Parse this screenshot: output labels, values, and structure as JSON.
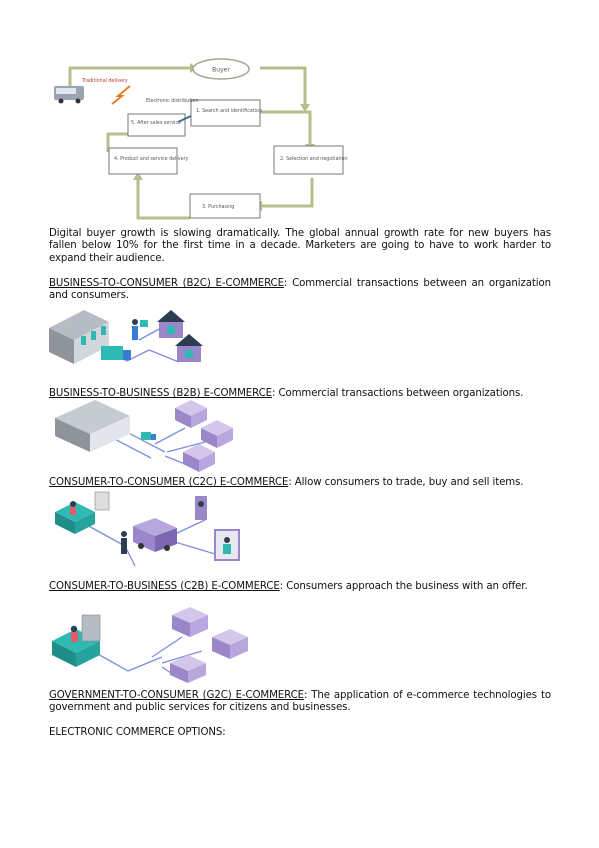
{
  "cycle": {
    "center": "Buyer",
    "steps": [
      "1. Search and identification",
      "2. Selection and negotiation",
      "3. Purchasing",
      "4. Product and service delivery",
      "5. After sales service"
    ],
    "side_labels": [
      "Traditional delivery",
      "Electronic distribution"
    ]
  },
  "intro": "Digital buyer growth is slowing dramatically. The global annual growth rate for new buyers has fallen below 10% for the first time in a decade. Marketers are going to have to work harder to expand their audience.",
  "sections": [
    {
      "term": "BUSINESS-TO-CONSUMER (B2C) E-COMMERCE",
      "desc": ": Commercial transactions between an organization and consumers."
    },
    {
      "term": "BUSINESS-TO-BUSINESS (B2B) E-COMMERCE",
      "desc": ": Commercial transactions between organizations."
    },
    {
      "term": "CONSUMER-TO-CONSUMER (C2C) E-COMMERCE",
      "desc": ": Allow consumers to trade, buy and sell items."
    },
    {
      "term": "CONSUMER-TO-BUSINESS (C2B) E-COMMERCE",
      "desc": ": Consumers approach the business with an offer."
    },
    {
      "term": "GOVERNMENT-TO-CONSUMER (G2C) E-COMMERCE",
      "desc": ": The application of e-commerce technologies to government and public services for citizens and businesses."
    }
  ],
  "closing": "ELECTRONIC COMMERCE OPTIONS:",
  "colors": {
    "cycle_line": "#b9bd8e",
    "iso_purple": "#9b86c9",
    "iso_teal": "#2fb9b3",
    "iso_gray": "#8e949a",
    "iso_blue_line": "#7c8fe0"
  }
}
